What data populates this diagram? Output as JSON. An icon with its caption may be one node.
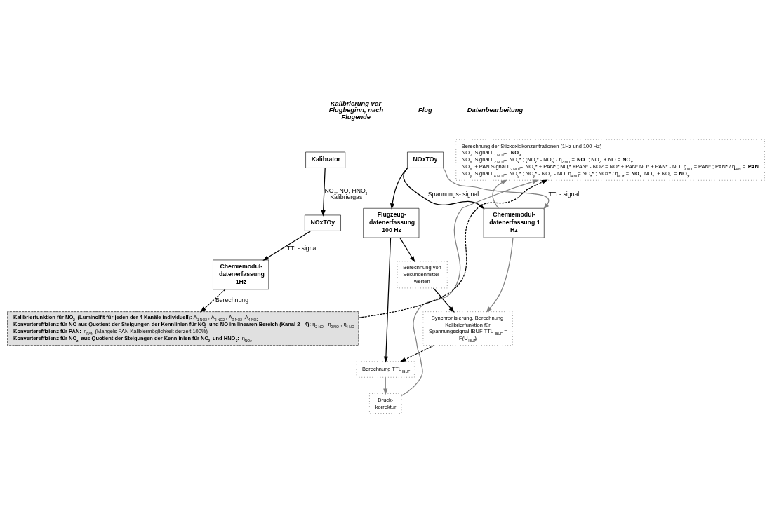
{
  "diagram": {
    "nodes": [
      {
        "text": [
          "Kalibrator"
        ]
      },
      {
        "text": [
          "NOxTOy"
        ]
      },
      {
        "text": [
          "Chemiemodul- datenerfassung 1Hz"
        ]
      },
      {
        "text": [
          "NOxTOy"
        ]
      },
      {
        "text": [
          "Chemiemodul- datenerfassung 1 Hz"
        ]
      },
      {
        "text": [
          "Flugzeug- datenerfassung 100 Hz"
        ]
      },
      {
        "text": [
          "Berechnung der Stickoxidkonzentrationen (1Hz und 100 Hz)",
          "NO$_{2}$ Signal Γ$_{1 NO2}$→ **NO$_{2}$**",
          "NO$_{x}$ Signal Γ$_{2 NO2}$→ NO$_{x}$* ; (NO$_{x}$* - NO$_{2}$) / η$_{2 NO}$ = **NO** ; NO$_{2}$ + NO = **NO$_{x}$**",
          "NO$_{x}$ + PAN Signal Γ$_{3 NO2}$→ NO$_{x}$* + PAN* ; NO$_{x}$* +PAN* - NO2 = NO* + PAN* NO* + PAN* - NO· η$_{3 NO}$ = PAN* ; PAN* / η$_{PAN}$ = **PAN**",
          "NO$_{y}$ Signal Γ$_{4 NO2}$→ NO$_{y}$* ; NO$_{y}$* - NO$_{2}$ - NO· η$_{4 NO}$= NO$_{z}$* ; NOz* / η$_{NOz}$ = **NO$_{z}$** NO$_{x}$ + NO$_{z}$ = **NO$_{y}$**"
        ]
      },
      {
        "text": [
          "Synchronisierung, Berechnung Kalibrierfunktion für Spannungssignal IBUF TTL$_{IBUF}$ = F(U$_{IBUF}$)"
        ]
      },
      {
        "text": [
          "Berechnung von Sekundenmittel- werten"
        ]
      },
      {
        "text": [
          "Druck- korrektur"
        ]
      },
      {
        "text": [
          "Berechnung TTL$_{IBUF}$"
        ]
      },
      {
        "text": [
          "**Kalibrierfunktion für NO$_{2}$ (Luminolfit für jeden der 4 Kanäle individuell):** Λ$_{1 NO2}$ , Λ$_{2 NO2}$ , Λ$_{3 NO2}$ ,Λ$_{4 NO2}$",
          "**Konvertereffizienz für NO aus Quotient der Steigungen der Kennlinien für NO$_{2}$ und NO im linearen Bereich (Kanal 2 - 4):** η$_{2 NO}$ , η$_{3 NO}$ , η$_{4 NO}$",
          "**Konvertereffizienz für PAN:** η$_{PAN}$ (Mangels PAN Kalibiermöglichkeit derzeit 100%)",
          "**Konvertereffizienz für NO$_{z}$ aus Quotient der Steigungen der Kennlinien für NO$_{2}$ und HNO$_{3}$:** η$_{NOz}$"
        ]
      }
    ],
    "edges": [
      {
        "from": 0,
        "to": 1,
        "arrow": "to",
        "label": "NO$_{2}$, NO, HNO$_{3}$ Kalibriergas"
      },
      {
        "from": 1,
        "to": 2,
        "arrow": "to",
        "label": "TTL- signal"
      },
      {
        "from": 2,
        "to": 11,
        "arrow": "to",
        "label": "Berechnung",
        "style": "dashed"
      },
      {
        "from": 3,
        "to": 4,
        "arrow": "to",
        "label": "Spannungs- signal"
      },
      {
        "from": 3,
        "to": 5,
        "arrow": "to"
      },
      {
        "from": 3,
        "to": 4,
        "arrow": "to",
        "label": "TTL- signal",
        "color": "#808080"
      },
      {
        "from": 4,
        "to": 6,
        "arrow": "to",
        "color": "#808080"
      },
      {
        "from": 4,
        "to": 7,
        "arrow": "to",
        "color": "#808080"
      },
      {
        "from": 5,
        "to": 8,
        "arrow": "to"
      },
      {
        "from": 5,
        "to": 10,
        "arrow": "to"
      },
      {
        "from": 8,
        "to": 7,
        "arrow": "to"
      },
      {
        "from": 7,
        "to": 10,
        "arrow": "to",
        "style": "dashed"
      },
      {
        "from": 10,
        "to": 9,
        "arrow": "to",
        "color": "#808080"
      },
      {
        "from": 9,
        "to": 6,
        "arrow": "to",
        "color": "#808080"
      },
      {
        "from": 11,
        "to": 6,
        "arrow": "to",
        "style": "dashed"
      }
    ],
    "labels": [
      "Kalibrierung vor Flugbeginn, nach Flugende",
      "Flug",
      "Datenbearbeitung"
    ]
  }
}
